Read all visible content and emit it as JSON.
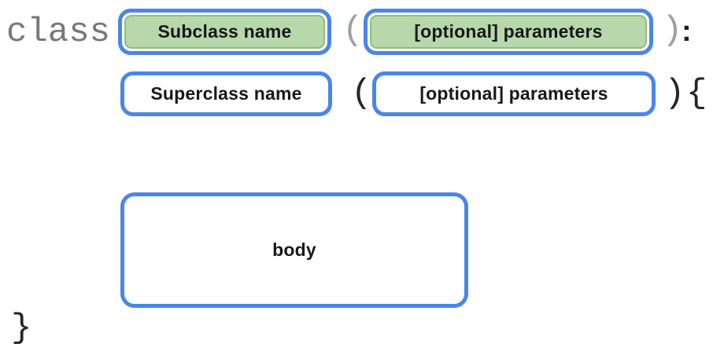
{
  "diagram": {
    "row1": {
      "keyword": "class",
      "subclass_box_label": "Subclass name",
      "open_paren": "(",
      "params_box_label": "[optional] parameters",
      "close_paren": ")",
      "colon": ":"
    },
    "row2": {
      "superclass_box_label": "Superclass name",
      "open_paren": "(",
      "params_box_label": "[optional] parameters",
      "close_paren": ")",
      "open_brace": "{"
    },
    "body_box_label": "body",
    "close_brace": "}"
  },
  "colors": {
    "highlight_blue": "#4a86e8",
    "token_green_fill": "#b7d8ab",
    "token_green_border": "#90bd7e",
    "keyword_gray": "#76787b",
    "paren_light_gray": "#9aa0a6",
    "text_black": "#1f1f1f",
    "background": "#ffffff"
  }
}
